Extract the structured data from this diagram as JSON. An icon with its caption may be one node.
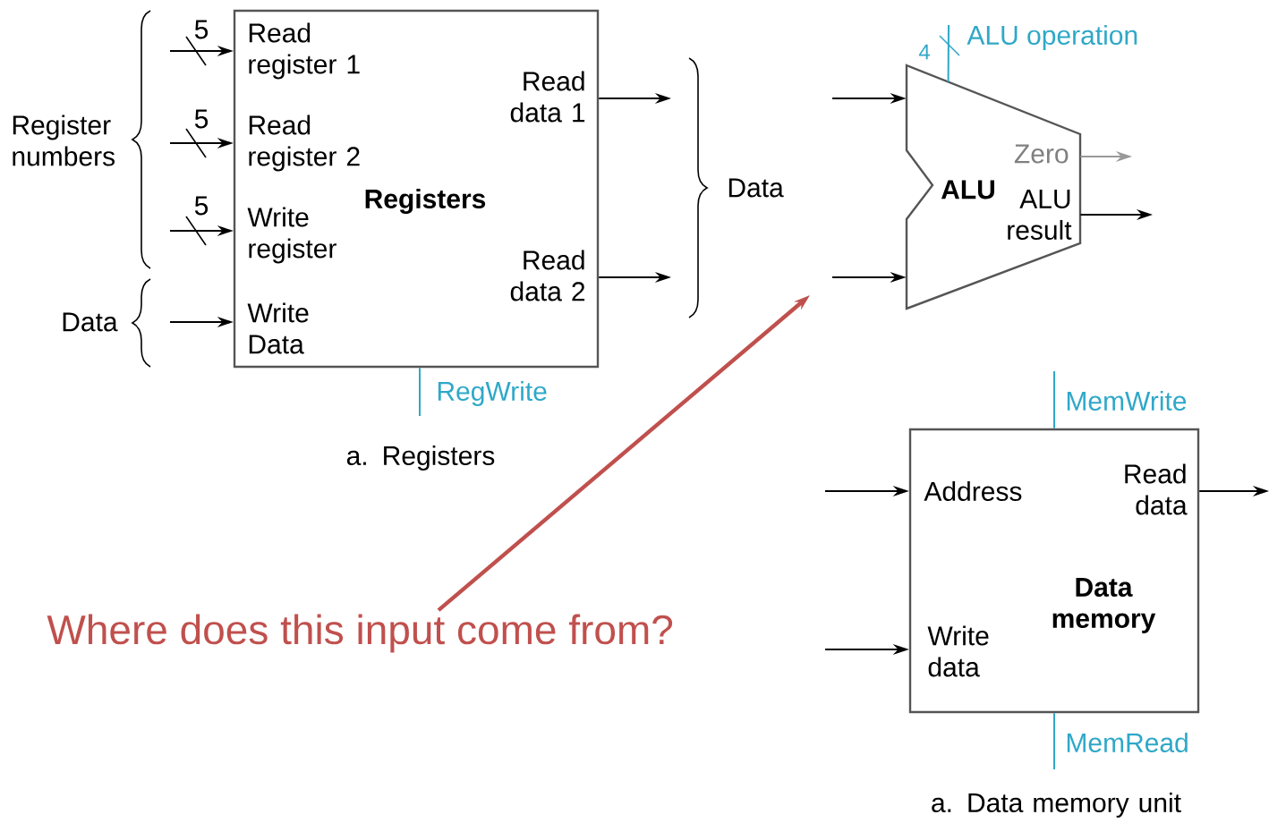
{
  "diagram": {
    "nodes": [
      {
        "text": [
          "Read register 1",
          "Read register 2",
          "Write register",
          "Write Data",
          "Read data 1",
          "Read data 2",
          "Registers"
        ]
      },
      {
        "text": [
          "ALU",
          "Zero",
          "ALU result"
        ]
      },
      {
        "text": [
          "Address",
          "Read data",
          "Data memory",
          "Write data"
        ]
      },
      {
        "text": [
          "Where does this input come from?"
        ]
      }
    ],
    "edges": [
      {
        "from": null,
        "to": 0,
        "arrow": "to"
      },
      {
        "from": null,
        "to": 0,
        "arrow": "to"
      },
      {
        "from": null,
        "to": 0,
        "arrow": "to"
      },
      {
        "from": null,
        "to": 0,
        "arrow": "to"
      },
      {
        "from": 0,
        "to": null,
        "arrow": "to"
      },
      {
        "from": 0,
        "to": null,
        "arrow": "to"
      },
      {
        "from": 0,
        "to": null,
        "arrow": "none",
        "label": "RegWrite",
        "color": "#2fa8c8"
      },
      {
        "from": null,
        "to": 1,
        "arrow": "to"
      },
      {
        "from": null,
        "to": 1,
        "arrow": "to"
      },
      {
        "from": null,
        "to": 1,
        "arrow": "none",
        "label": "ALU operation",
        "color": "#2fa8c8"
      },
      {
        "from": 1,
        "to": null,
        "arrow": "to",
        "color": "#999999"
      },
      {
        "from": 1,
        "to": null,
        "arrow": "to"
      },
      {
        "from": null,
        "to": 2,
        "arrow": "to"
      },
      {
        "from": null,
        "to": 2,
        "arrow": "to"
      },
      {
        "from": 2,
        "to": null,
        "arrow": "to"
      },
      {
        "from": null,
        "to": 2,
        "arrow": "none",
        "label": "MemWrite",
        "color": "#2fa8c8"
      },
      {
        "from": 2,
        "to": null,
        "arrow": "none",
        "label": "MemRead",
        "color": "#2fa8c8"
      },
      {
        "from": 3,
        "to": null,
        "arrow": "to",
        "style": "thick",
        "color": "#c0504d"
      }
    ],
    "labels": [
      "Register numbers",
      "Data",
      "5",
      "5",
      "5",
      "Data",
      "4",
      "a. Registers",
      "a. Data memory unit"
    ]
  }
}
